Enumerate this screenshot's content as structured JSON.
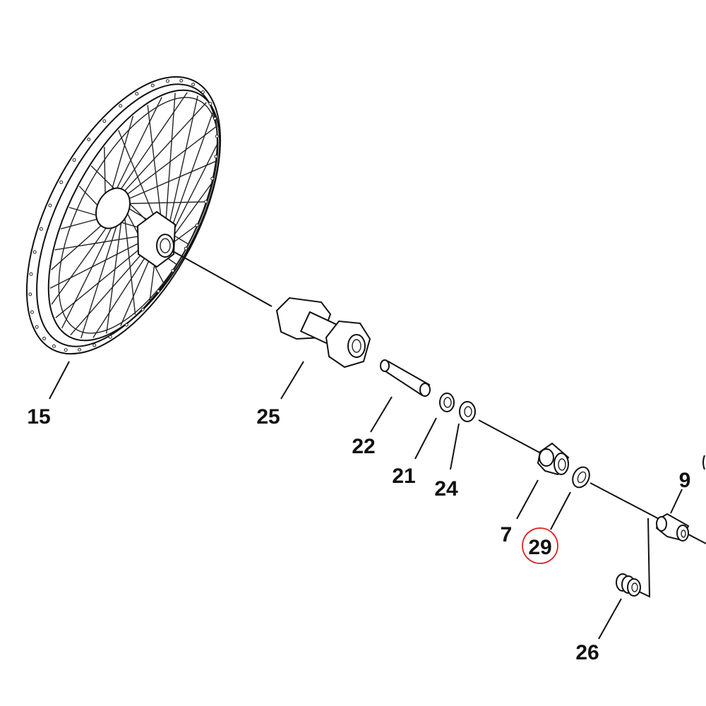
{
  "diagram": {
    "highlight_color": "#e02020",
    "highlighted_part": "29",
    "labels": {
      "p15": "15",
      "p25": "25",
      "p22": "22",
      "p21": "21",
      "p24": "24",
      "p7": "7",
      "p29": "29",
      "p9": "9",
      "p26": "26"
    }
  }
}
